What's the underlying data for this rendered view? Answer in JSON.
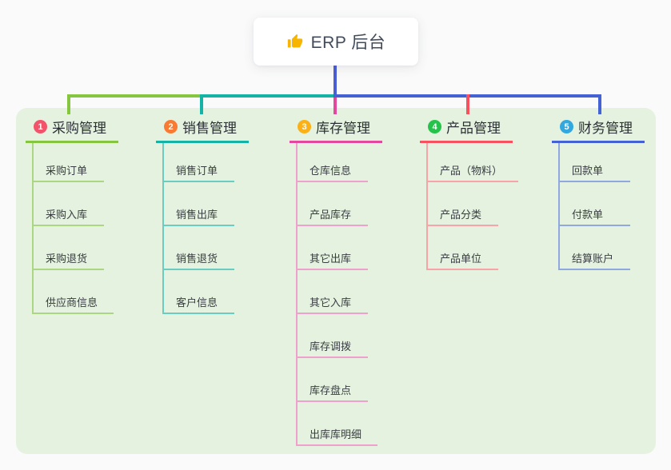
{
  "root": {
    "label": "ERP 后台",
    "icon": "thumbs-up-icon",
    "line_color": "#4a5ed6"
  },
  "colors": {
    "page_bg": "#fafafa",
    "panel_bg": "#e4f2df",
    "icon_yellow": "#f7b500"
  },
  "branches": [
    {
      "number": "1",
      "label": "采购管理",
      "line_color": "#85c540",
      "child_line_color": "#abd783",
      "badge_color": "#f4526a",
      "children": [
        "采购订单",
        "采购入库",
        "采购退货",
        "供应商信息"
      ]
    },
    {
      "number": "2",
      "label": "销售管理",
      "line_color": "#14b3a6",
      "child_line_color": "#6bccc2",
      "badge_color": "#f77b33",
      "children": [
        "销售订单",
        "销售出库",
        "销售退货",
        "客户信息"
      ]
    },
    {
      "number": "3",
      "label": "库存管理",
      "line_color": "#e2489e",
      "child_line_color": "#f0a0cc",
      "badge_color": "#fbb116",
      "children": [
        "仓库信息",
        "产品库存",
        "其它出库",
        "其它入库",
        "库存调拨",
        "库存盘点",
        "出库库明细"
      ]
    },
    {
      "number": "4",
      "label": "产品管理",
      "line_color": "#f7515f",
      "child_line_color": "#f9a3a8",
      "badge_color": "#27c24c",
      "children": [
        "产品（物料）",
        "产品分类",
        "产品单位"
      ]
    },
    {
      "number": "5",
      "label": "财务管理",
      "line_color": "#4562d4",
      "child_line_color": "#8fa9e0",
      "badge_color": "#31a8e0",
      "children": [
        "回款单",
        "付款单",
        "结算账户"
      ]
    }
  ]
}
